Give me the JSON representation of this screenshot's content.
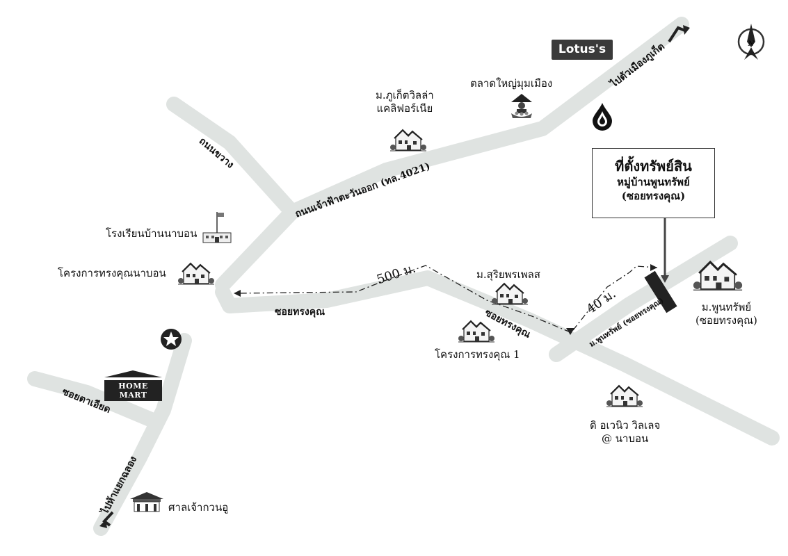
{
  "brands": {
    "lotus": "Lotus's",
    "homemart": "HOME MART"
  },
  "property": {
    "title": "ที่ตั้งทรัพย์สิน",
    "subtitle1": "หมู่บ้านพูนทรัพย์",
    "subtitle2": "(ซอยทรงคุณ)"
  },
  "roads": {
    "main": "ถนนเจ้าฟ้าตะวันออก (ทล.4021)",
    "khwang": "ถนนขวาง",
    "to_phuket": "ไปตัวเมืองภูเก็ต",
    "song_khun": "ซอยทรงคุณ",
    "song_khun_2": "ซอยทรงคุณ",
    "ta_iad": "ซอยตาเอียด",
    "to_chalong": "ไปห้าแยกฉลอง",
    "poon_sap": "ม.พูนทรัพย์ (ซอยทรงคุณ)"
  },
  "distances": {
    "d500": "500 ม.",
    "d40": "40 ม."
  },
  "places": {
    "phuket_villa_1": "ม.ภูเก็ตวิลล่า",
    "phuket_villa_2": "แคลิฟอร์เนีย",
    "market": "ตลาดใหญ่มุมเมือง",
    "school": "โรงเรียนบ้านนาบอน",
    "songkhun_nabon": "โครงการทรงคุณนาบอน",
    "suriyaporn": "ม.สุริยพรเพลส",
    "songkhun_1": "โครงการทรงคุณ 1",
    "avenue_1": "ดิ อเวนิว วิลเลจ",
    "avenue_2": "@ นาบอน",
    "shrine": "ศาลเจ้ากวนอู",
    "poonsap_1": "ม.พูนทรัพย์",
    "poonsap_2": "(ซอยทรงคุณ)"
  },
  "compass": {
    "north": "N"
  },
  "colors": {
    "road": "#dfe3e1",
    "road_edge": "#cfd4d2",
    "ink": "#111111"
  }
}
